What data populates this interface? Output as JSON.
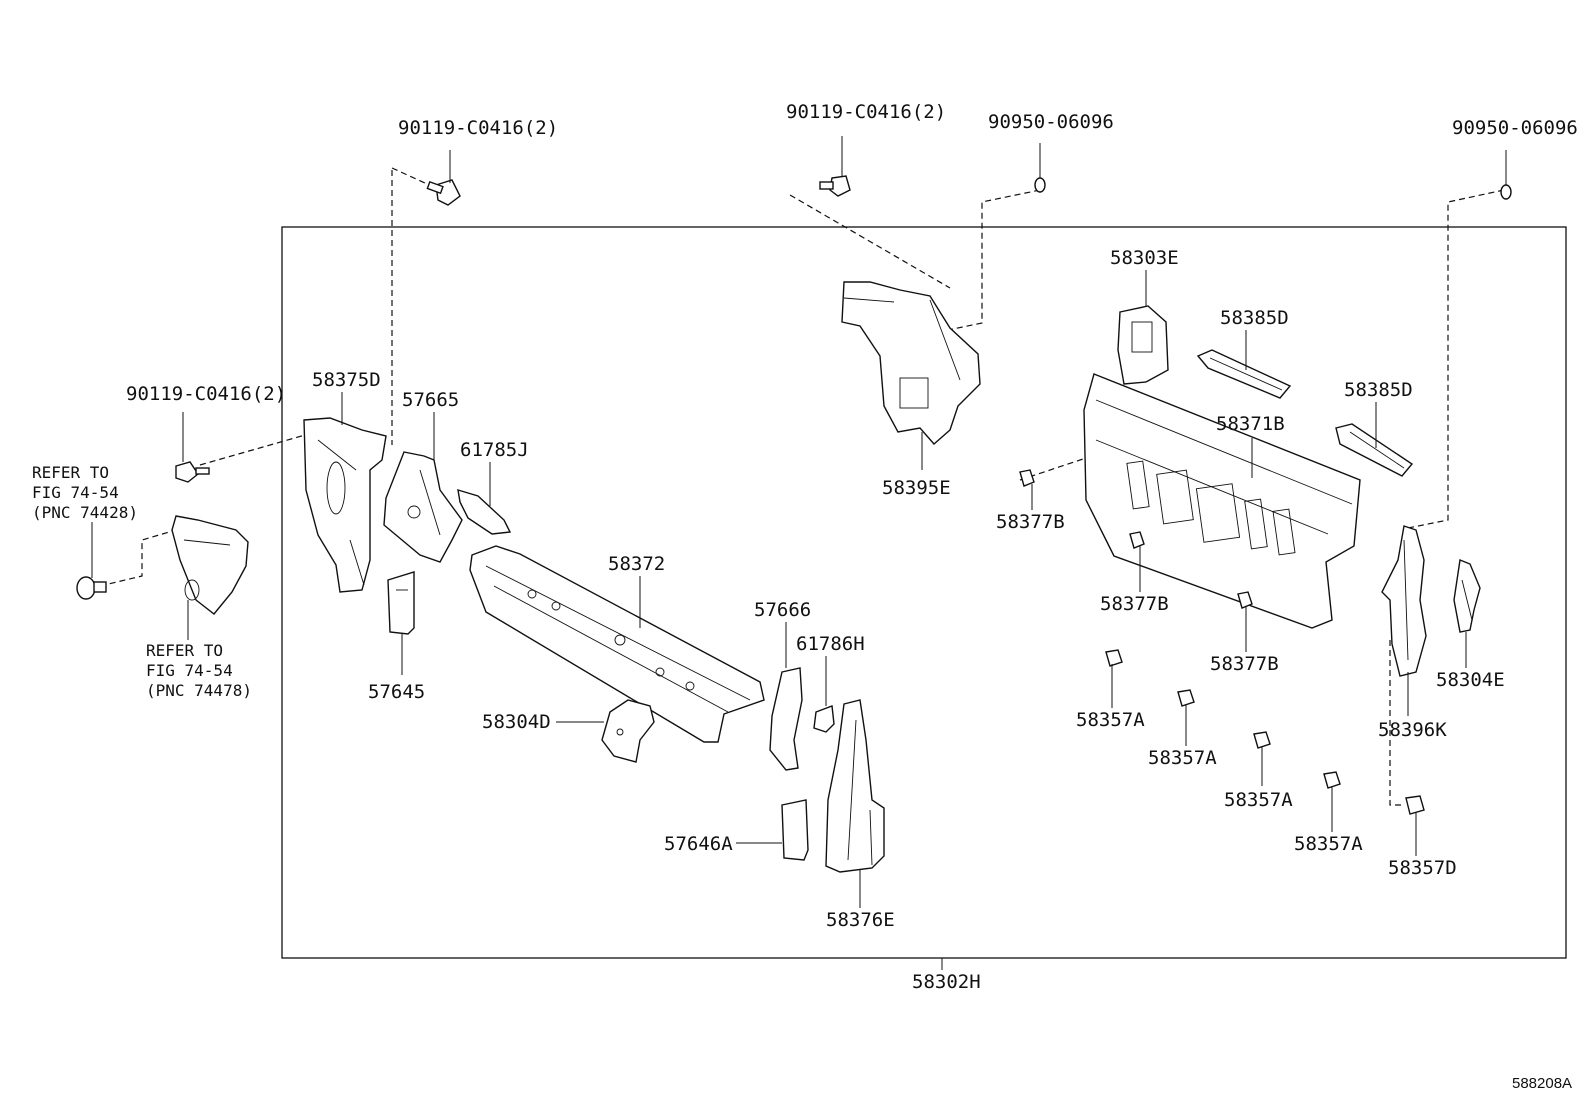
{
  "diagram": {
    "figure_id": "588208A",
    "assembly_label": "58302H",
    "labels": {
      "bolt_top_left": "90119-C0416(2)",
      "bolt_top_center": "90119-C0416(2)",
      "bolt_left": "90119-C0416(2)",
      "clip_top_center": "90950-06096",
      "clip_top_right": "90950-06096",
      "p58375D": "58375D",
      "p57665": "57665",
      "p61785J": "61785J",
      "p57645": "57645",
      "p58372": "58372",
      "p58304D": "58304D",
      "p57666": "57666",
      "p61786H": "61786H",
      "p57646A": "57646A",
      "p58376E": "58376E",
      "p58395E": "58395E",
      "p58303E": "58303E",
      "p58385D_1": "58385D",
      "p58385D_2": "58385D",
      "p58371B": "58371B",
      "p58377B_1": "58377B",
      "p58377B_2": "58377B",
      "p58377B_3": "58377B",
      "p58357A_1": "58357A",
      "p58357A_2": "58357A",
      "p58357A_3": "58357A",
      "p58357A_4": "58357A",
      "p58357D": "58357D",
      "p58396K": "58396K",
      "p58304E": "58304E"
    },
    "refer_1": [
      "REFER TO",
      "FIG 74-54",
      "(PNC 74428)"
    ],
    "refer_2": [
      "REFER TO",
      "FIG 74-54",
      "(PNC 74478)"
    ]
  }
}
